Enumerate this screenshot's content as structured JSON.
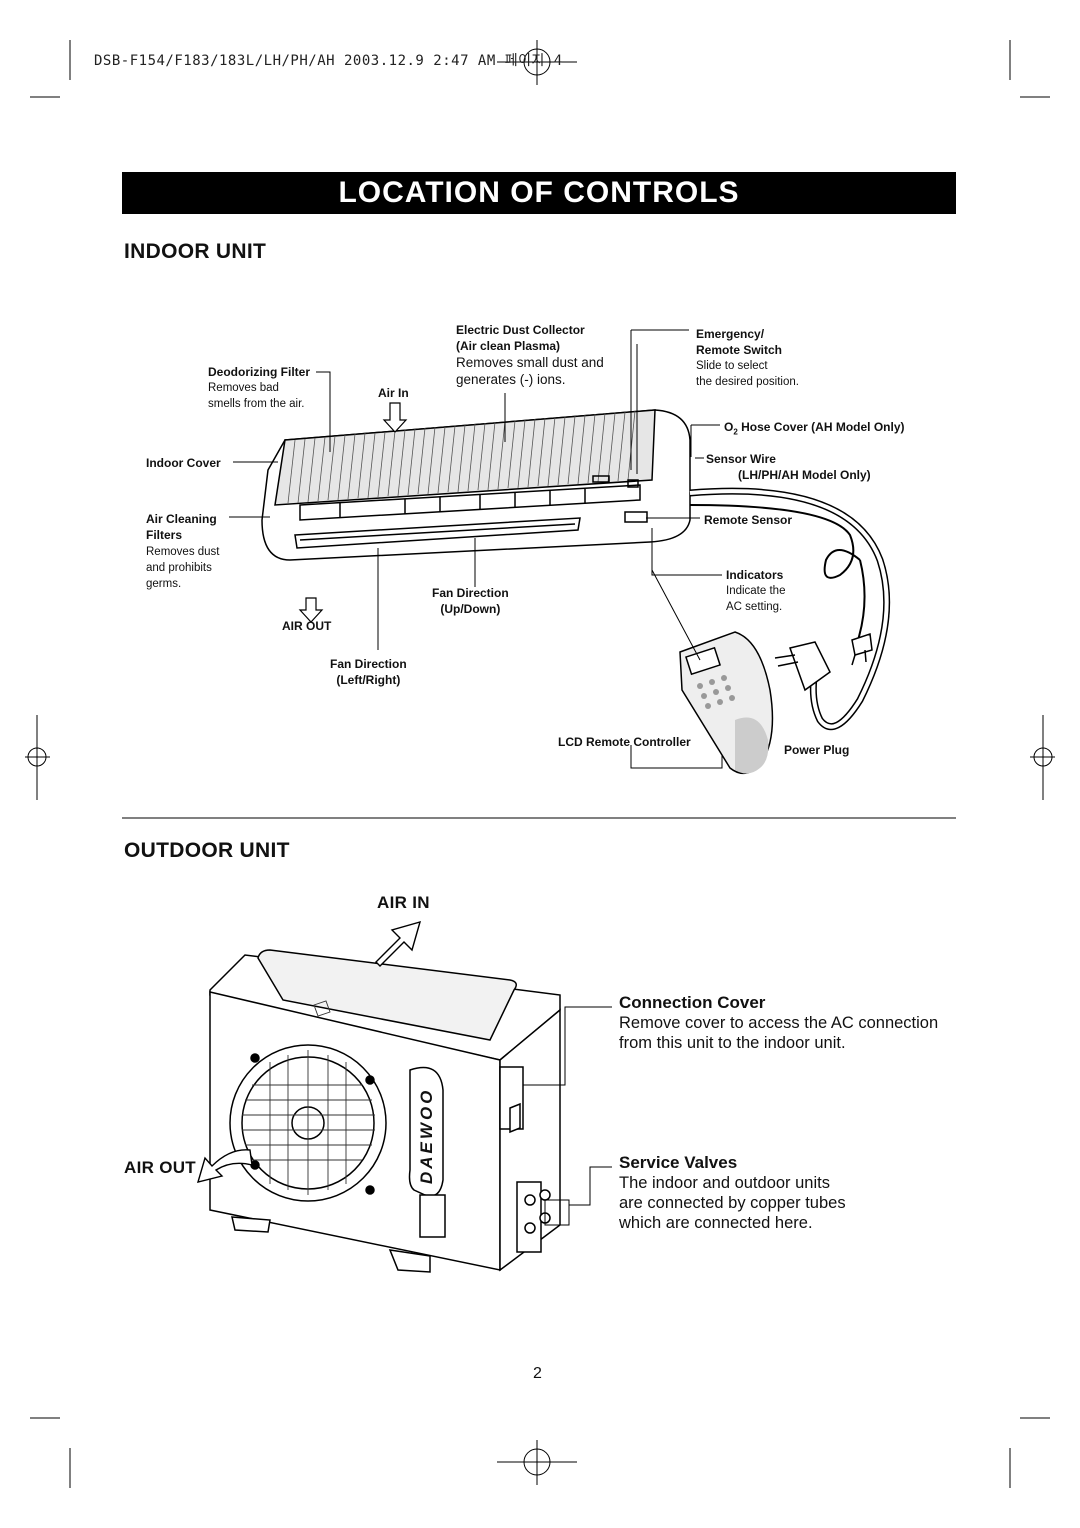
{
  "header": {
    "print_info": "DSB-F154/F183/183L/LH/PH/AH 2003.12.9 2:47 AM 페이지 4"
  },
  "banner_title": "LOCATION OF CONTROLS",
  "indoor": {
    "title": "INDOOR UNIT",
    "deodorizing_filter": {
      "name": "Deodorizing Filter",
      "desc1": "Removes bad",
      "desc2": "smells from the air."
    },
    "air_in": "Air In",
    "electric_dust": {
      "name1": "Electric Dust Collector",
      "name2": "(Air clean Plasma)",
      "desc1": "Removes small dust and",
      "desc2": "generates (-) ions."
    },
    "emergency": {
      "name1": "Emergency/",
      "name2": "Remote Switch",
      "desc1": "Slide to select",
      "desc2": "the desired position."
    },
    "o2_hose": {
      "prefix": "O",
      "sub": "2",
      "rest": " Hose Cover (AH Model Only)"
    },
    "indoor_cover": "Indoor Cover",
    "sensor_wire": {
      "name": "Sensor Wire",
      "note": "(LH/PH/AH Model Only)"
    },
    "air_cleaning": {
      "name1": "Air Cleaning",
      "name2": "Filters",
      "desc1": "Removes dust",
      "desc2": "and prohibits",
      "desc3": "germs."
    },
    "remote_sensor": "Remote Sensor",
    "indicators": {
      "name": "Indicators",
      "desc1": "Indicate the",
      "desc2": "AC setting."
    },
    "fan_updown": {
      "name1": "Fan Direction",
      "name2": "(Up/Down)"
    },
    "air_out": "AIR OUT",
    "fan_leftright": {
      "name1": "Fan Direction",
      "name2": "(Left/Right)"
    },
    "lcd_remote": "LCD Remote Controller",
    "power_plug": "Power Plug"
  },
  "outdoor": {
    "title": "OUTDOOR UNIT",
    "air_in": "AIR IN",
    "air_out": "AIR OUT",
    "brand": "DAEWOO",
    "connection_cover": {
      "title": "Connection Cover",
      "line1": "Remove cover to access the AC connection",
      "line2": "from this unit to the indoor unit."
    },
    "service_valves": {
      "title": "Service Valves",
      "line1": "The indoor and outdoor units",
      "line2": "are connected by copper tubes",
      "line3": "which are connected here."
    }
  },
  "page_number": "2"
}
